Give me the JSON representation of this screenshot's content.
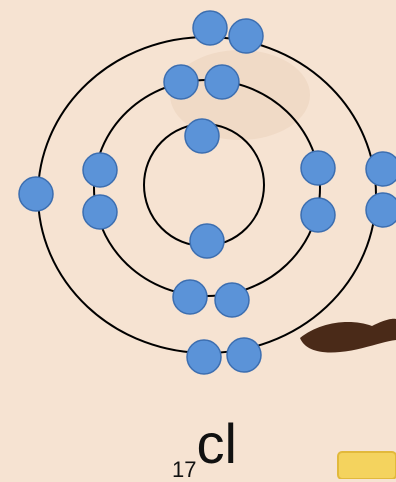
{
  "element": {
    "atomic_number": "17",
    "symbol": "cl"
  },
  "shells": [
    {
      "name": "shell-1",
      "electron_count": 2
    },
    {
      "name": "shell-2",
      "electron_count": 8
    },
    {
      "name": "shell-3",
      "electron_count": 7
    }
  ],
  "colors": {
    "background": "#f6e3d2",
    "electron_fill": "#5b93d8",
    "electron_stroke": "#3c6eb0",
    "orbit": "#000000"
  }
}
